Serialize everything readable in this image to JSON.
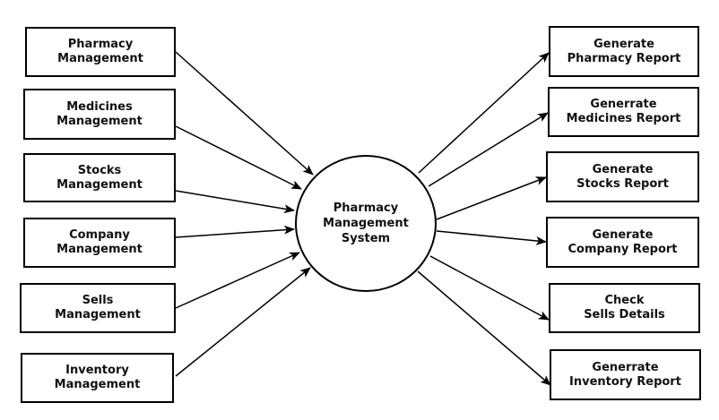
{
  "center": {
    "lines": [
      "Pharmacy",
      "Management",
      "System"
    ]
  },
  "inputs": [
    {
      "lines": [
        "Pharmacy",
        "Management"
      ]
    },
    {
      "lines": [
        "Medicines",
        "Management"
      ]
    },
    {
      "lines": [
        "Stocks",
        "Management"
      ]
    },
    {
      "lines": [
        "Company",
        "Management"
      ]
    },
    {
      "lines": [
        "Sells",
        "Management"
      ]
    },
    {
      "lines": [
        "Inventory",
        "Management"
      ]
    }
  ],
  "outputs": [
    {
      "lines": [
        "Generate",
        "Pharmacy Report"
      ]
    },
    {
      "lines": [
        "Generrate",
        "Medicines Report"
      ]
    },
    {
      "lines": [
        "Generate",
        "Stocks Report"
      ]
    },
    {
      "lines": [
        "Generate",
        "Company Report"
      ]
    },
    {
      "lines": [
        "Check",
        "Sells Details"
      ]
    },
    {
      "lines": [
        "Generrate",
        "Inventory Report"
      ]
    }
  ],
  "colors": {
    "stroke": "#000000",
    "background": "#ffffff",
    "text": "#111111"
  }
}
